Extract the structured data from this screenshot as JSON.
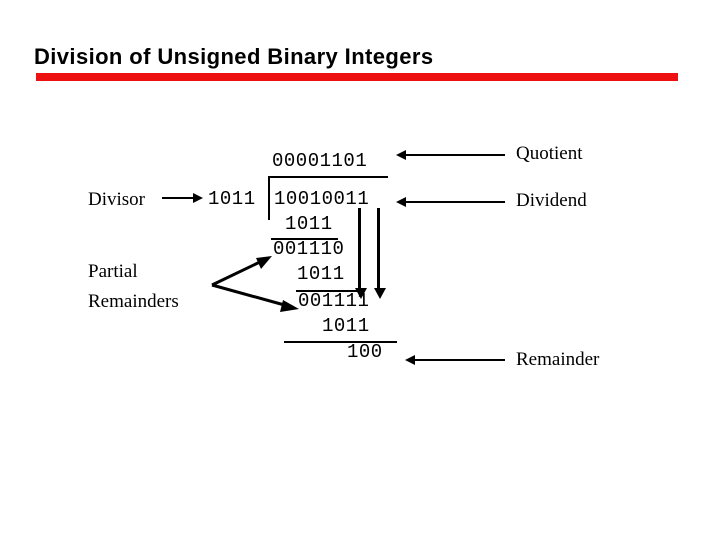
{
  "slide": {
    "title": "Division of Unsigned Binary Integers",
    "accent_color": "#ee1111",
    "background_color": "#ffffff",
    "text_color": "#000000"
  },
  "division": {
    "divisor": "1011",
    "dividend": "10010011",
    "quotient": "00001101",
    "remainder": "100",
    "steps": [
      {
        "subtrahend": "1011",
        "partial_remainder": "001110"
      },
      {
        "subtrahend": "1011",
        "partial_remainder": "001111"
      },
      {
        "subtrahend": "1011",
        "partial_remainder": "100"
      }
    ]
  },
  "labels": {
    "divisor": "Divisor",
    "partial_remainders_line1": "Partial",
    "partial_remainders_line2": "Remainders",
    "quotient": "Quotient",
    "dividend": "Dividend",
    "remainder": "Remainder"
  },
  "icons": {
    "divisor_arrow": "arrow-right-icon",
    "quotient_arrow": "arrow-left-icon",
    "dividend_arrow": "arrow-left-icon",
    "remainder_arrow": "arrow-left-icon",
    "bring_down_arrow_1": "arrow-down-icon",
    "bring_down_arrow_2": "arrow-down-icon",
    "partial_remainder_branch_upper": "arrow-up-right-icon",
    "partial_remainder_branch_lower": "arrow-down-right-icon"
  }
}
